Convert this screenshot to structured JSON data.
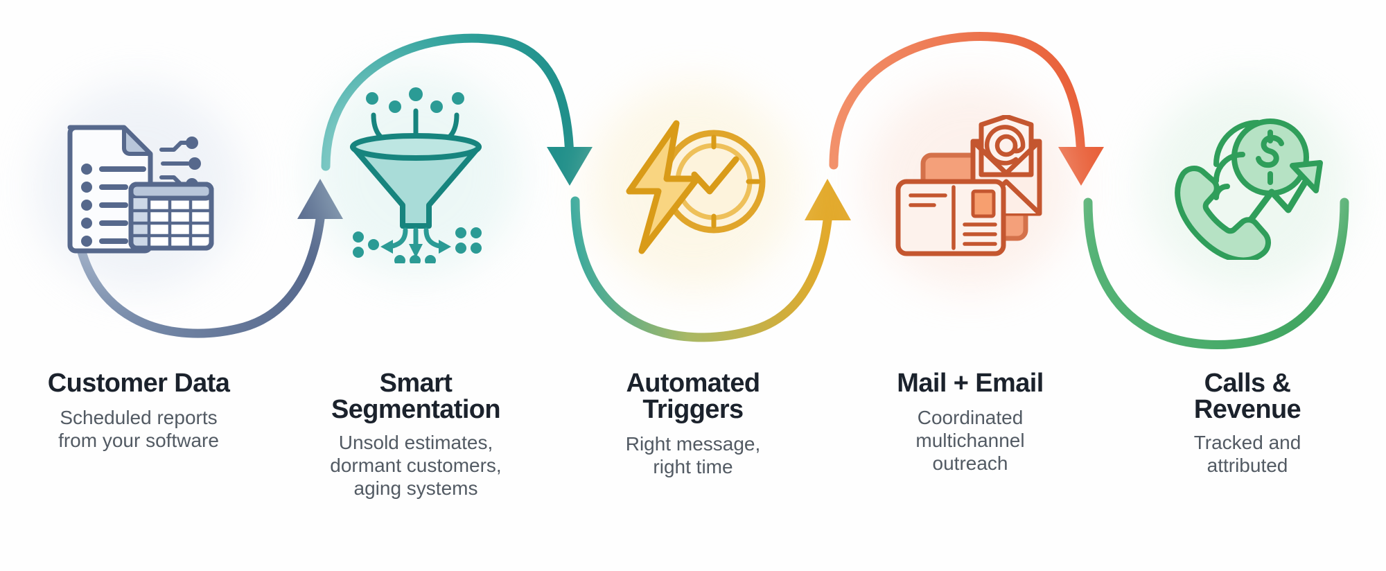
{
  "diagram": {
    "type": "process-flow",
    "orientation": "horizontal",
    "background_color": "#fefefe",
    "title_color": "#1b222c",
    "description_color": "#525a63",
    "steps": [
      {
        "index": 1,
        "title": "Customer Data",
        "description": "Scheduled reports\nfrom your software",
        "desc_line_1": "Scheduled reports",
        "desc_line_2": "from your software",
        "icon_name": "document-spreadsheet-icon",
        "icon_description": "Document with folded corner, bullet list, spreadsheet table and data nodes",
        "color": "#5b7196",
        "color_light": "#c3cede",
        "glow_color": "#dbe3ef"
      },
      {
        "index": 2,
        "title": "Smart\nSegmentation",
        "title_line_1": "Smart",
        "title_line_2": "Segmentation",
        "description": "Unsold estimates,\ndormant customers,\naging systems",
        "desc_line_1": "Unsold estimates,",
        "desc_line_2": "dormant customers,",
        "desc_line_3": "aging systems",
        "icon_name": "funnel-segmentation-icon",
        "icon_description": "Funnel with dots flowing in from above and sorted groups below",
        "color": "#1a8080",
        "color_light": "#a9dcd8",
        "glow_color": "#d5efec"
      },
      {
        "index": 3,
        "title": "Automated\nTriggers",
        "title_line_1": "Automated",
        "title_line_2": "Triggers",
        "description": "Right message,\nright time",
        "desc_line_1": "Right message,",
        "desc_line_2": "right time",
        "icon_name": "lightning-clock-icon",
        "icon_description": "Lightning bolt overlapping a clock face",
        "color": "#d99b18",
        "color_light": "#f7d98a",
        "glow_color": "#fbeec9"
      },
      {
        "index": 4,
        "title": "Mail + Email",
        "description": "Coordinated\nmultichannel\noutreach",
        "desc_line_1": "Coordinated",
        "desc_line_2": "multichannel",
        "desc_line_3": "outreach",
        "icon_name": "postcard-envelope-icon",
        "icon_description": "Postcard with stamp and address lines plus open envelope with at-symbol",
        "color": "#c4562f",
        "color_light": "#f3a277",
        "glow_color": "#fbe0d4"
      },
      {
        "index": 5,
        "title": "Calls &\nRevenue",
        "title_line_1": "Calls &",
        "title_line_2": "Revenue",
        "description": "Tracked and\nattributed",
        "desc_line_1": "Tracked and",
        "desc_line_2": "attributed",
        "icon_name": "phone-revenue-icon",
        "icon_description": "Phone handset with signal waves, dollar coin and rising trend arrow",
        "color": "#2f9e5a",
        "color_light": "#a8ddba",
        "glow_color": "#d9f0e1"
      }
    ],
    "connectors": [
      {
        "index": 1,
        "name": "connector-valley-1",
        "shape": "valley",
        "direction": "left-to-right",
        "from_step": 1,
        "to_step": 2,
        "color_start": "#7a8fae",
        "color_end": "#5b7196"
      },
      {
        "index": 2,
        "name": "connector-arc-2",
        "shape": "arc",
        "direction": "left-to-right",
        "from_step": 2,
        "to_step": 3,
        "color_start": "#4fb3ae",
        "color_end": "#1f8f8a"
      },
      {
        "index": 3,
        "name": "connector-valley-3",
        "shape": "valley",
        "direction": "left-to-right",
        "from_step": 3,
        "to_step": 4,
        "color_start": "#35a79c",
        "color_end": "#e2a92a"
      },
      {
        "index": 4,
        "name": "connector-arc-4",
        "shape": "arc",
        "direction": "left-to-right",
        "from_step": 4,
        "to_step": 5,
        "color_start": "#f0835c",
        "color_end": "#e9613c"
      },
      {
        "index": 5,
        "name": "connector-valley-5",
        "shape": "valley",
        "direction": "left-to-right",
        "from_step": 5,
        "to_step": 5,
        "color_start": "#4caf6e",
        "color_end": "#3da35d"
      }
    ]
  }
}
